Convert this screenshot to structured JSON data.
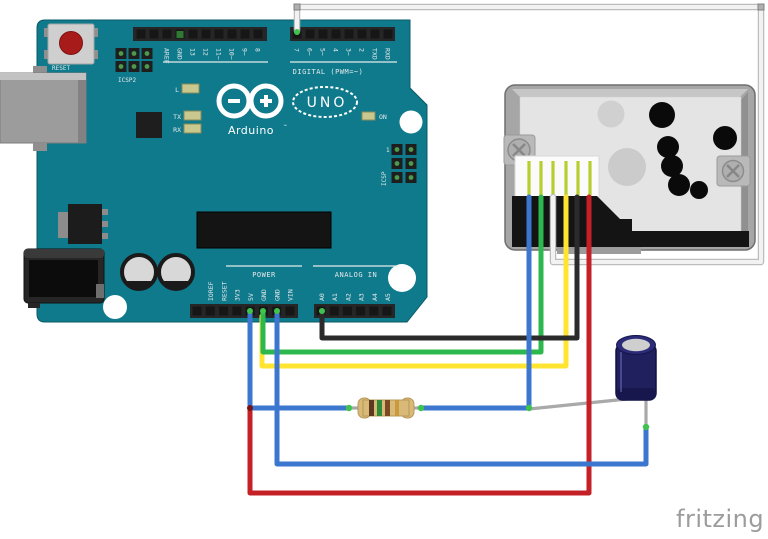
{
  "watermark": "fritzing",
  "colors": {
    "board_teal": "#0F7A8C",
    "board_edge": "#0A5966",
    "silk": "#E4E9EA",
    "wire_blue": "#3C77CF",
    "wire_green": "#2DB84D",
    "wire_yellow": "#FFE431",
    "wire_red": "#C42127",
    "wire_black": "#2B2B2B",
    "wire_white_core": "#F2F2F2",
    "wire_white_edge": "#BDBDBD",
    "wire_gray": "#A9A9A9",
    "junction_green": "#3FC24F",
    "sensor_pin_lime": "#B6CE2F"
  },
  "arduino": {
    "reset_label": "RESET",
    "icsp2_label": "ICSP2",
    "icsp_label": "ICSP",
    "icsp_pin1": "1",
    "led_l": "L",
    "led_tx": "TX",
    "led_rx": "RX",
    "led_on": "ON",
    "logo_text": "Arduino",
    "trademark": "™",
    "uno_label": "UNO",
    "digital_caption": "DIGITAL (PWM=~)",
    "power_caption": "POWER",
    "analog_caption": "ANALOG IN",
    "digital_labels": [
      "AREF",
      "GND",
      "13",
      "12",
      "11~",
      "10~",
      "9~",
      "8",
      "7",
      "6~",
      "5~",
      "4",
      "3~",
      "2",
      "TXD",
      "RXD"
    ],
    "power_labels": [
      "IOREF",
      "RESET",
      "3V3",
      "5V",
      "GND",
      "GND",
      "VIN"
    ],
    "analog_labels": [
      "A0",
      "A1",
      "A2",
      "A3",
      "A4",
      "A5"
    ]
  },
  "sensor": {
    "type": "optical dust sensor",
    "pin_wires": [
      "blue",
      "green",
      "white",
      "yellow",
      "black",
      "red"
    ]
  },
  "resistor": {
    "bands": [
      "brown",
      "green",
      "brown",
      "gold"
    ]
  },
  "capacitor": {
    "type": "electrolytic"
  },
  "connections": [
    {
      "color": "white",
      "from": "arduino-digital-7",
      "to": "sensor-pin-3-led"
    },
    {
      "color": "black",
      "from": "arduino-a0",
      "to": "sensor-pin-5-vo"
    },
    {
      "color": "green",
      "from": "arduino-gnd",
      "to": "sensor-pin-2-led-gnd"
    },
    {
      "color": "yellow",
      "from": "arduino-gnd",
      "to": "sensor-pin-4-s-gnd"
    },
    {
      "color": "blue",
      "from": "arduino-5v",
      "to": "resistor-left"
    },
    {
      "color": "blue",
      "from": "resistor-right",
      "to": "sensor-pin-1-vled"
    },
    {
      "color": "gray",
      "from": "vled-node",
      "to": "capacitor-positive"
    },
    {
      "color": "blue",
      "from": "arduino-gnd",
      "to": "capacitor-negative"
    },
    {
      "color": "red",
      "from": "arduino-5v-node",
      "to": "sensor-pin-6-vcc"
    }
  ]
}
